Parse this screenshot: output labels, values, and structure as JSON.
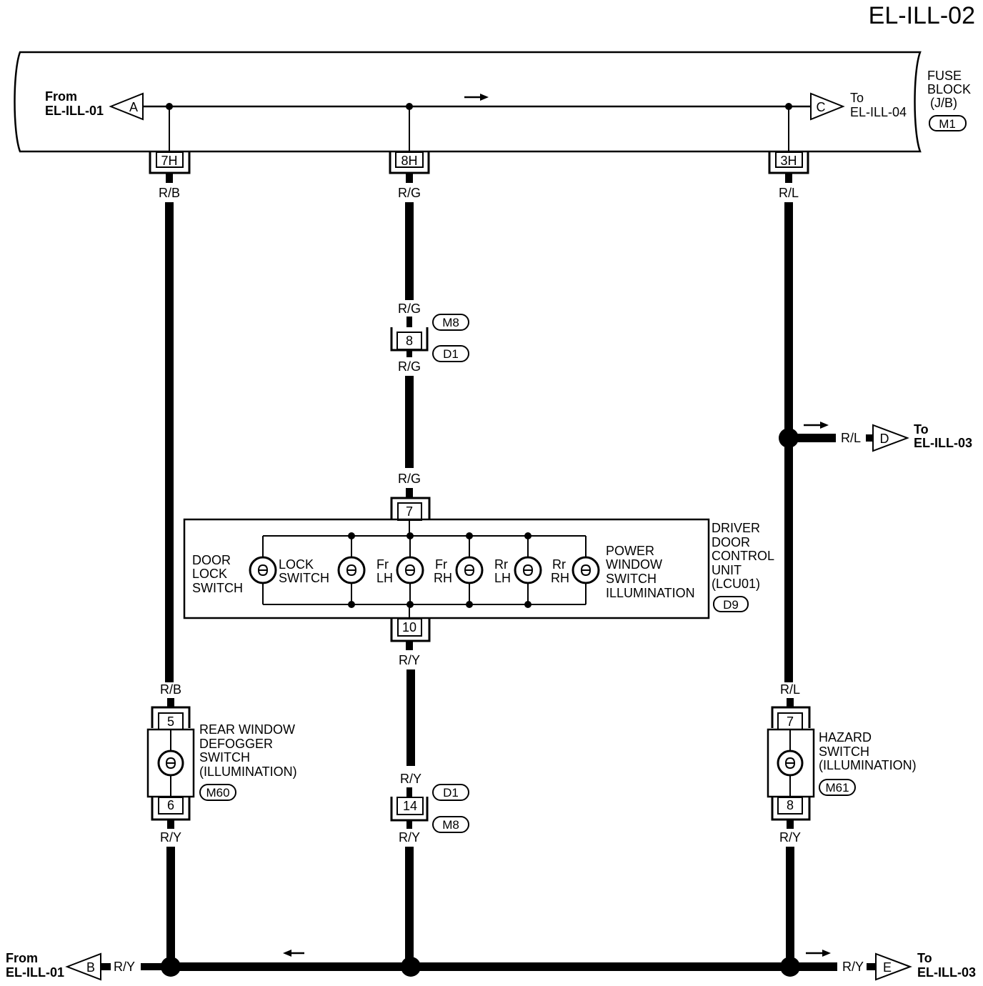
{
  "page_title": "EL-ILL-02",
  "fuse_block": {
    "label_lines": [
      "FUSE",
      "BLOCK",
      "(J/B)"
    ],
    "connector": "M1",
    "terminals": [
      "7H",
      "8H",
      "3H"
    ]
  },
  "refs": {
    "from_a": {
      "lines": [
        "From",
        "EL-ILL-01"
      ],
      "letter": "A"
    },
    "to_c": {
      "lines": [
        "To",
        "EL-ILL-04"
      ],
      "letter": "C"
    },
    "to_d": {
      "lines": [
        "To",
        "EL-ILL-03"
      ],
      "letter": "D"
    },
    "from_b": {
      "lines": [
        "From",
        "EL-ILL-01"
      ],
      "letter": "B"
    },
    "to_e": {
      "lines": [
        "To",
        "EL-ILL-03"
      ],
      "letter": "E"
    }
  },
  "wires": {
    "rb": "R/B",
    "rg": "R/G",
    "rl": "R/L",
    "ry": "R/Y"
  },
  "connectors": {
    "m8": "M8",
    "d1": "D1",
    "pin_8": "8",
    "pin_14": "14"
  },
  "driver_unit": {
    "label_lines": [
      "DRIVER",
      "DOOR",
      "CONTROL",
      "UNIT",
      "(LCU01)"
    ],
    "connector": "D9",
    "pin_top": "7",
    "pin_bottom": "10",
    "door_lock_lines": [
      "DOOR",
      "LOCK",
      "SWITCH"
    ],
    "lock_switch_lines": [
      "LOCK",
      "SWITCH"
    ],
    "fr_lh": [
      "Fr",
      "LH"
    ],
    "fr_rh": [
      "Fr",
      "RH"
    ],
    "rr_lh": [
      "Rr",
      "LH"
    ],
    "rr_rh": [
      "Rr",
      "RH"
    ],
    "pws_lines": [
      "POWER",
      "WINDOW",
      "SWITCH",
      "ILLUMINATION"
    ]
  },
  "rear_defogger": {
    "label_lines": [
      "REAR WINDOW",
      "DEFOGGER",
      "SWITCH",
      "(ILLUMINATION)"
    ],
    "connector": "M60",
    "pin_top": "5",
    "pin_bottom": "6"
  },
  "hazard": {
    "label_lines": [
      "HAZARD",
      "SWITCH",
      "(ILLUMINATION)"
    ],
    "connector": "M61",
    "pin_top": "7",
    "pin_bottom": "8"
  }
}
